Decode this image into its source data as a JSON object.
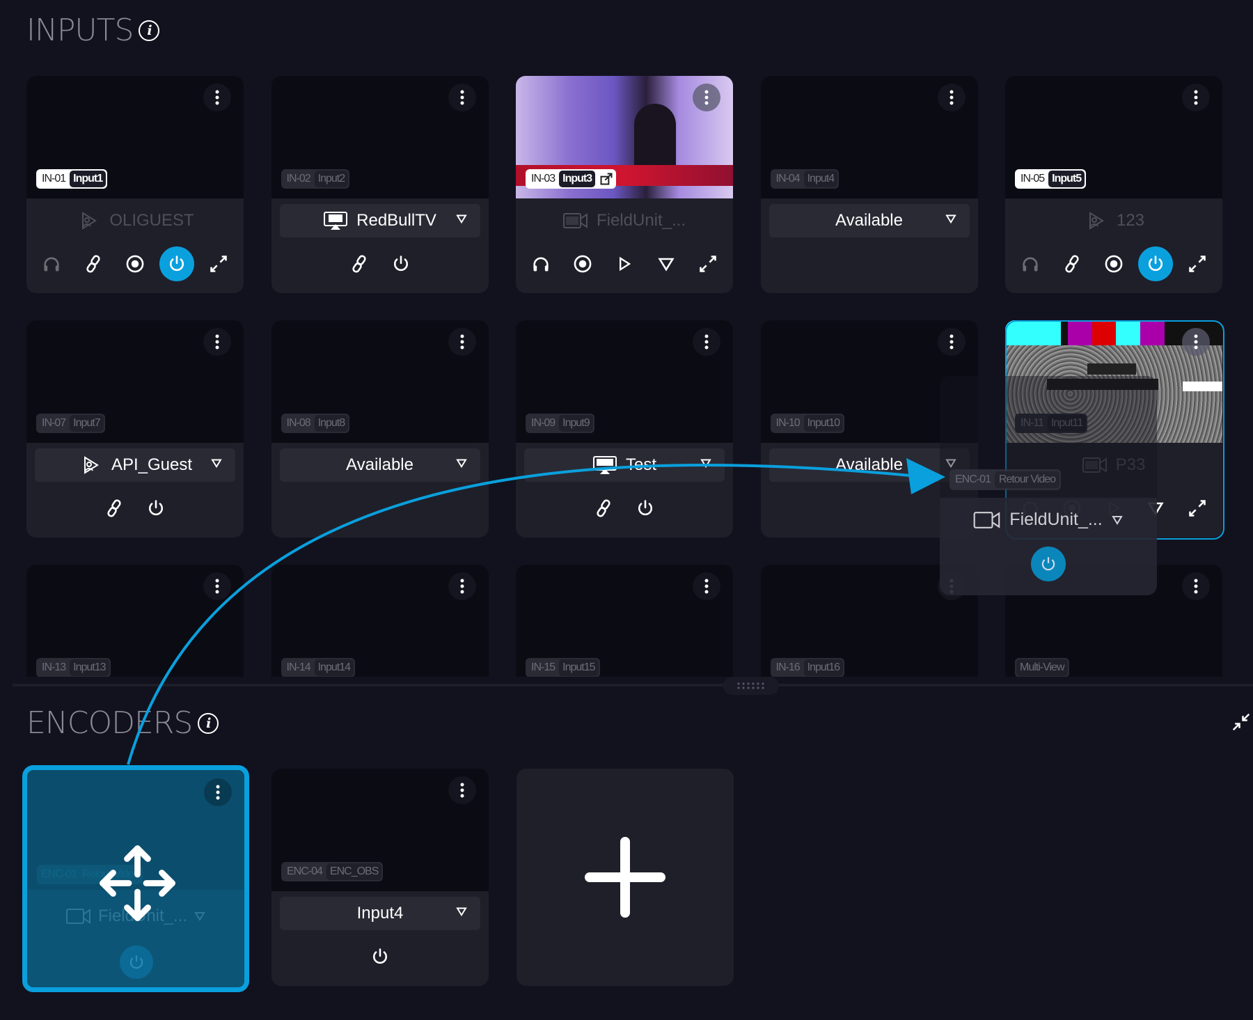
{
  "colors": {
    "accent": "#0aa0dd",
    "background": "#12121f",
    "card": "#1f1f2a",
    "preview": "#0b0b14"
  },
  "inputs_section": {
    "title": "INPUTS",
    "info_icon": "info-icon"
  },
  "encoders_section": {
    "title": "ENCODERS",
    "info_icon": "info-icon",
    "collapse_icon": "collapse-icon"
  },
  "inputs": [
    {
      "id": "IN-01",
      "name": "Input1",
      "badge": "active",
      "preview": "none",
      "selector": {
        "type": "plain",
        "icon": "guest",
        "label": "OLIGUEST"
      },
      "actions": [
        {
          "icon": "headphones",
          "state": "dim"
        },
        {
          "icon": "link"
        },
        {
          "icon": "record"
        },
        {
          "icon": "power",
          "state": "on"
        },
        {
          "icon": "expand"
        }
      ]
    },
    {
      "id": "IN-02",
      "name": "Input2",
      "badge": "dim",
      "preview": "none",
      "selector": {
        "type": "dropdown",
        "icon": "hls",
        "label": "RedBullTV"
      },
      "actions": [
        {
          "icon": "link"
        },
        {
          "icon": "power"
        }
      ]
    },
    {
      "id": "IN-03",
      "name": "Input3",
      "badge": "active",
      "badge_extra": "external-link-icon",
      "preview": "video",
      "selector": {
        "type": "plain",
        "icon": "sst",
        "label": "FieldUnit_..."
      },
      "actions": [
        {
          "icon": "headphones"
        },
        {
          "icon": "record"
        },
        {
          "icon": "play"
        },
        {
          "icon": "caret"
        },
        {
          "icon": "expand"
        }
      ]
    },
    {
      "id": "IN-04",
      "name": "Input4",
      "badge": "dim",
      "preview": "none",
      "selector": {
        "type": "dropdown",
        "icon": "",
        "label": "Available"
      },
      "actions": []
    },
    {
      "id": "IN-05",
      "name": "Input5",
      "badge": "active",
      "preview": "none",
      "selector": {
        "type": "plain",
        "icon": "guest",
        "label": "123"
      },
      "actions": [
        {
          "icon": "headphones",
          "state": "dim"
        },
        {
          "icon": "link"
        },
        {
          "icon": "record"
        },
        {
          "icon": "power",
          "state": "on"
        },
        {
          "icon": "expand"
        }
      ]
    },
    {
      "id": "IN-07",
      "name": "Input7",
      "badge": "dim",
      "preview": "none",
      "selector": {
        "type": "dropdown",
        "icon": "guest",
        "label": "API_Guest"
      },
      "actions": [
        {
          "icon": "link"
        },
        {
          "icon": "power"
        }
      ]
    },
    {
      "id": "IN-08",
      "name": "Input8",
      "badge": "dim",
      "preview": "none",
      "selector": {
        "type": "dropdown",
        "icon": "",
        "label": "Available"
      },
      "actions": []
    },
    {
      "id": "IN-09",
      "name": "Input9",
      "badge": "dim",
      "preview": "none",
      "selector": {
        "type": "dropdown",
        "icon": "rtmp",
        "label": "Test"
      },
      "actions": [
        {
          "icon": "link"
        },
        {
          "icon": "power"
        }
      ]
    },
    {
      "id": "IN-10",
      "name": "Input10",
      "badge": "dim",
      "preview": "none",
      "selector": {
        "type": "dropdown",
        "icon": "",
        "label": "Available"
      },
      "actions": []
    },
    {
      "id": "IN-11",
      "name": "Input11",
      "badge": "dim",
      "preview": "testpattern",
      "selector": {
        "type": "plain",
        "icon": "sst",
        "label": "P33"
      },
      "actions": [
        {
          "icon": "headphones",
          "state": "dim"
        },
        {
          "icon": "record",
          "state": "dim"
        },
        {
          "icon": "play",
          "state": "dim"
        },
        {
          "icon": "caret"
        },
        {
          "icon": "expand"
        }
      ]
    },
    {
      "id": "IN-13",
      "name": "Input13",
      "badge": "dim",
      "preview": "none"
    },
    {
      "id": "IN-14",
      "name": "Input14",
      "badge": "dim",
      "preview": "none"
    },
    {
      "id": "IN-15",
      "name": "Input15",
      "badge": "dim",
      "preview": "none"
    },
    {
      "id": "IN-16",
      "name": "Input16",
      "badge": "dim",
      "preview": "none"
    },
    {
      "id": "",
      "name": "Multi-View",
      "badge": "dim",
      "preview": "none"
    }
  ],
  "encoders": [
    {
      "id": "ENC-01",
      "name": "Retour Video",
      "state": "drag-placeholder",
      "selector": {
        "type": "plain",
        "icon": "sst",
        "label": "FieldUnit_..."
      },
      "actions": [
        {
          "icon": "power",
          "state": "on"
        }
      ]
    },
    {
      "id": "ENC-04",
      "name": "ENC_OBS",
      "badge": "dim",
      "preview": "none",
      "selector": {
        "type": "dropdown",
        "icon": "",
        "label": "Input4"
      },
      "actions": [
        {
          "icon": "power"
        }
      ]
    }
  ],
  "add_encoder": {
    "icon": "plus-icon"
  },
  "drag_ghost": {
    "id": "ENC-01",
    "name": "Retour Video",
    "selector_label": "FieldUnit_...",
    "selector_icon": "sst",
    "power_state": "on"
  },
  "drag_indicator": {
    "icon": "move-icon",
    "arrow": "drag-path-arrow"
  }
}
